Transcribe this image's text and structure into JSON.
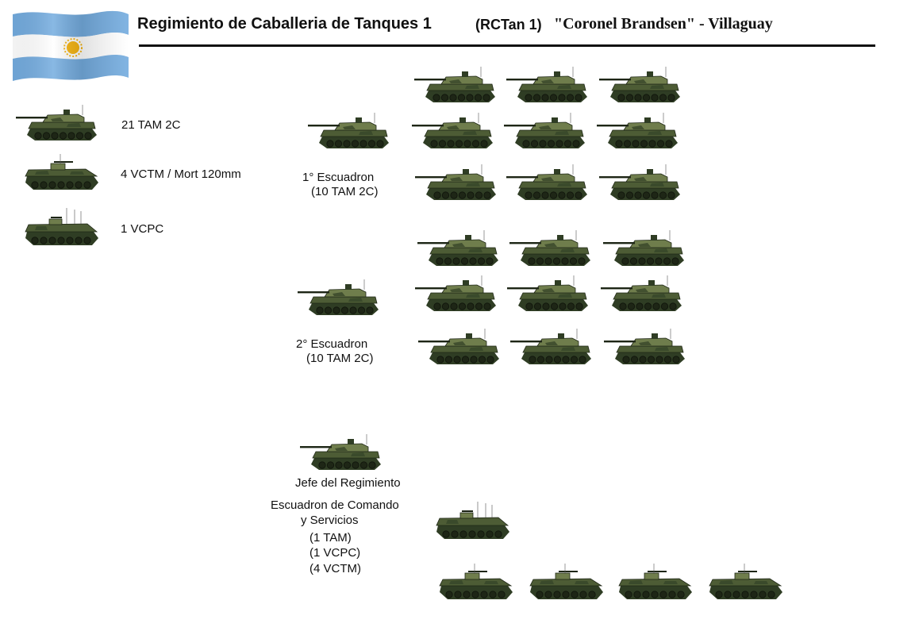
{
  "header": {
    "title": "Regimiento de Caballeria de Tanques 1",
    "code": "(RCTan 1)",
    "name": "\"Coronel Brandsen\" - Villaguay",
    "flag_icon": "argentina-flag-icon"
  },
  "legend": {
    "tam": "21  TAM 2C",
    "vctm": "4 VCTM / Mort 120mm",
    "vcpc": "1 VCPC"
  },
  "squadron1": {
    "title": "1° Escuadron",
    "detail": "(10 TAM 2C)"
  },
  "squadron2": {
    "title": "2° Escuadron",
    "detail": "(10 TAM 2C)"
  },
  "command": {
    "chief": "Jefe del Regimiento",
    "title_line1": "Escuadron de Comando",
    "title_line2": "y Servicios",
    "item1": "(1 TAM)",
    "item2": "(1 VCPC)",
    "item3": "(4 VCTM)"
  },
  "colors": {
    "flag_blue": "#74ACDF",
    "flag_sun": "#F6B40E",
    "camo_dark": "#2f3d24",
    "camo_mid": "#4d5c35",
    "camo_light": "#6f7d4c"
  }
}
